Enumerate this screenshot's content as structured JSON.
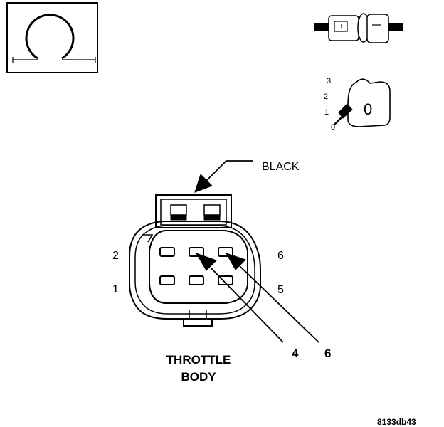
{
  "colors": {
    "ink": "#000000",
    "paper": "#ffffff"
  },
  "connector_icon": {
    "icons": [
      "connector-view-icon",
      "mating-connector-icon",
      "switch-position-icon"
    ],
    "switch_positions": [
      "3",
      "2",
      "1",
      "0"
    ],
    "switch_knob_label": "0"
  },
  "connector": {
    "color_label": "BLACK",
    "cavity_labels": {
      "top_left": "2",
      "bottom_left": "1",
      "top_right": "6",
      "bottom_right": "5"
    },
    "callout_labels": [
      "4",
      "6"
    ],
    "component_name_line1": "THROTTLE",
    "component_name_line2": "BODY"
  },
  "figure_ref": "8133db43"
}
